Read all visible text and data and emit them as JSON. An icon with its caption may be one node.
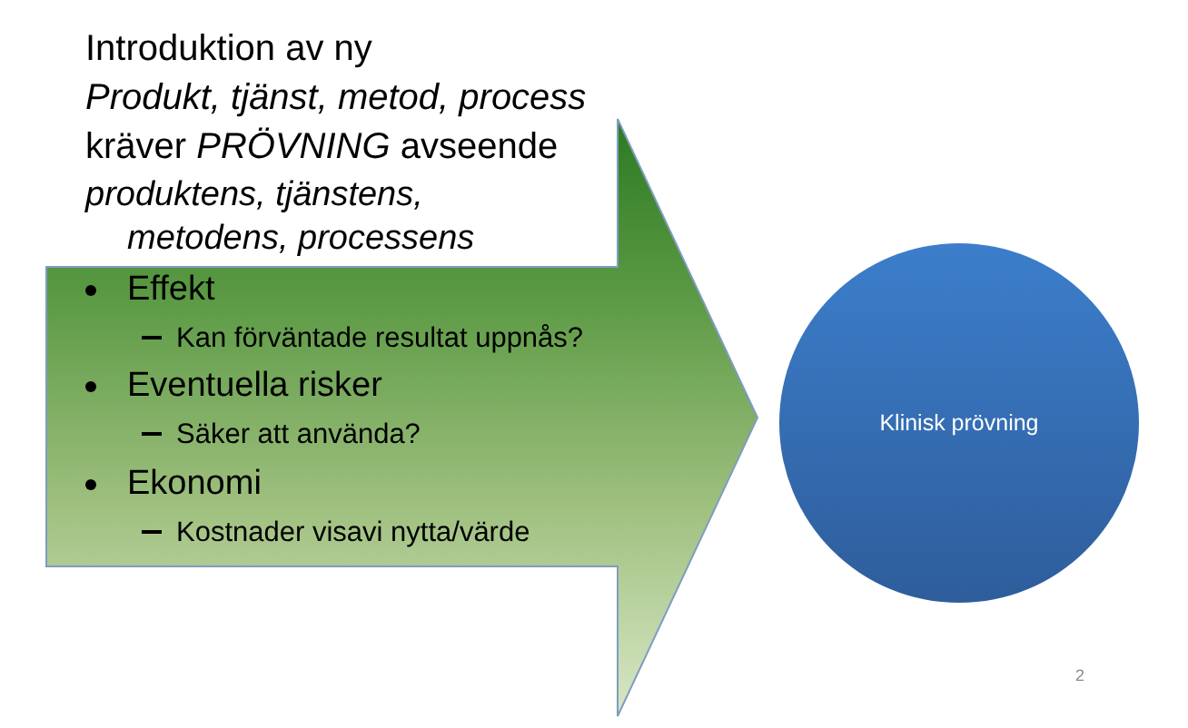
{
  "diagram": {
    "nodes": [
      {
        "text": [
          "Effekt",
          "Kan förväntade resultat uppnås?",
          "Eventuella risker",
          "Säker att använda?",
          "Ekonomi",
          "Kostnader visavi nytta/värde"
        ]
      },
      {
        "text": [
          "Klinisk prövning"
        ]
      }
    ],
    "labels": [
      "Introduktion av ny",
      "Produkt, tjänst, metod, process",
      "kräver *PRÖVNING* avseende",
      "produktens, tjänstens, metodens, processens",
      "2"
    ]
  }
}
